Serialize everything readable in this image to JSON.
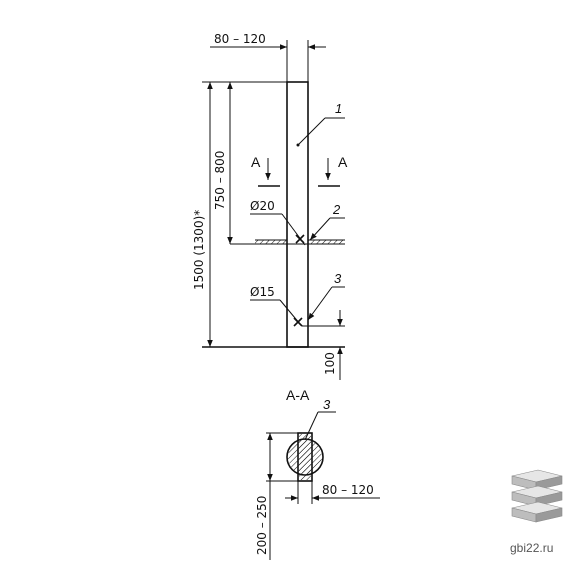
{
  "dimensions": {
    "post_width": "80 – 120",
    "total_height": "1500 (1300)*",
    "upper_height": "750 – 800",
    "bottom_offset": "100",
    "section_height": "200 – 250",
    "section_width": "80 – 120"
  },
  "diameters": {
    "upper_hole": "Ø20",
    "lower_hole": "Ø15"
  },
  "callouts": {
    "part_1": "1",
    "part_2": "2",
    "part_3": "3",
    "section_part": "3"
  },
  "section": {
    "marker_left": "A",
    "marker_right": "A",
    "title": "A-A"
  },
  "watermark": {
    "site": "gbi22.ru",
    "logo_icon": "stacked-slabs-icon",
    "colors": {
      "slab_top": "#e6e6e6",
      "slab_side": "#9a9a9a",
      "slab_front": "#bdbdbd"
    }
  }
}
